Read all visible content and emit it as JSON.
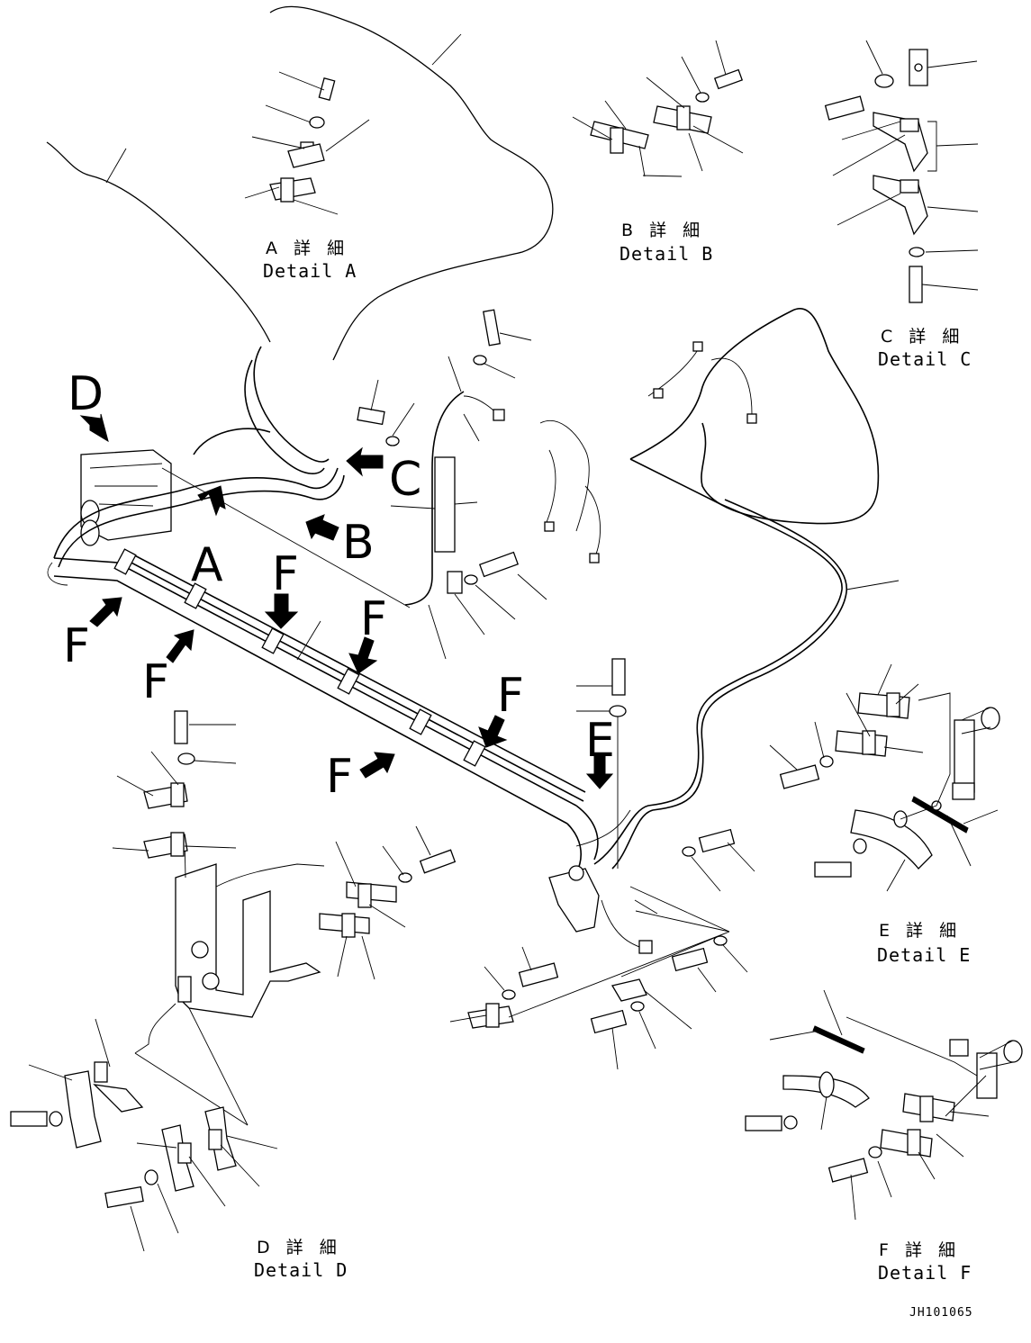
{
  "callouts": {
    "A": "A",
    "B": "B",
    "C": "C",
    "D": "D",
    "E": "E",
    "F": "F"
  },
  "details": {
    "A": {
      "jp": "A 詳 細",
      "en": "Detail A"
    },
    "B": {
      "jp": "B 詳 細",
      "en": "Detail B"
    },
    "C": {
      "jp": "C 詳 細",
      "en": "Detail C"
    },
    "D": {
      "jp": "D 詳 細",
      "en": "Detail D"
    },
    "E": {
      "jp": "E 詳 細",
      "en": "Detail E"
    },
    "F": {
      "jp": "F 詳 細",
      "en": "Detail F"
    }
  },
  "drawing_number": "JH101065"
}
